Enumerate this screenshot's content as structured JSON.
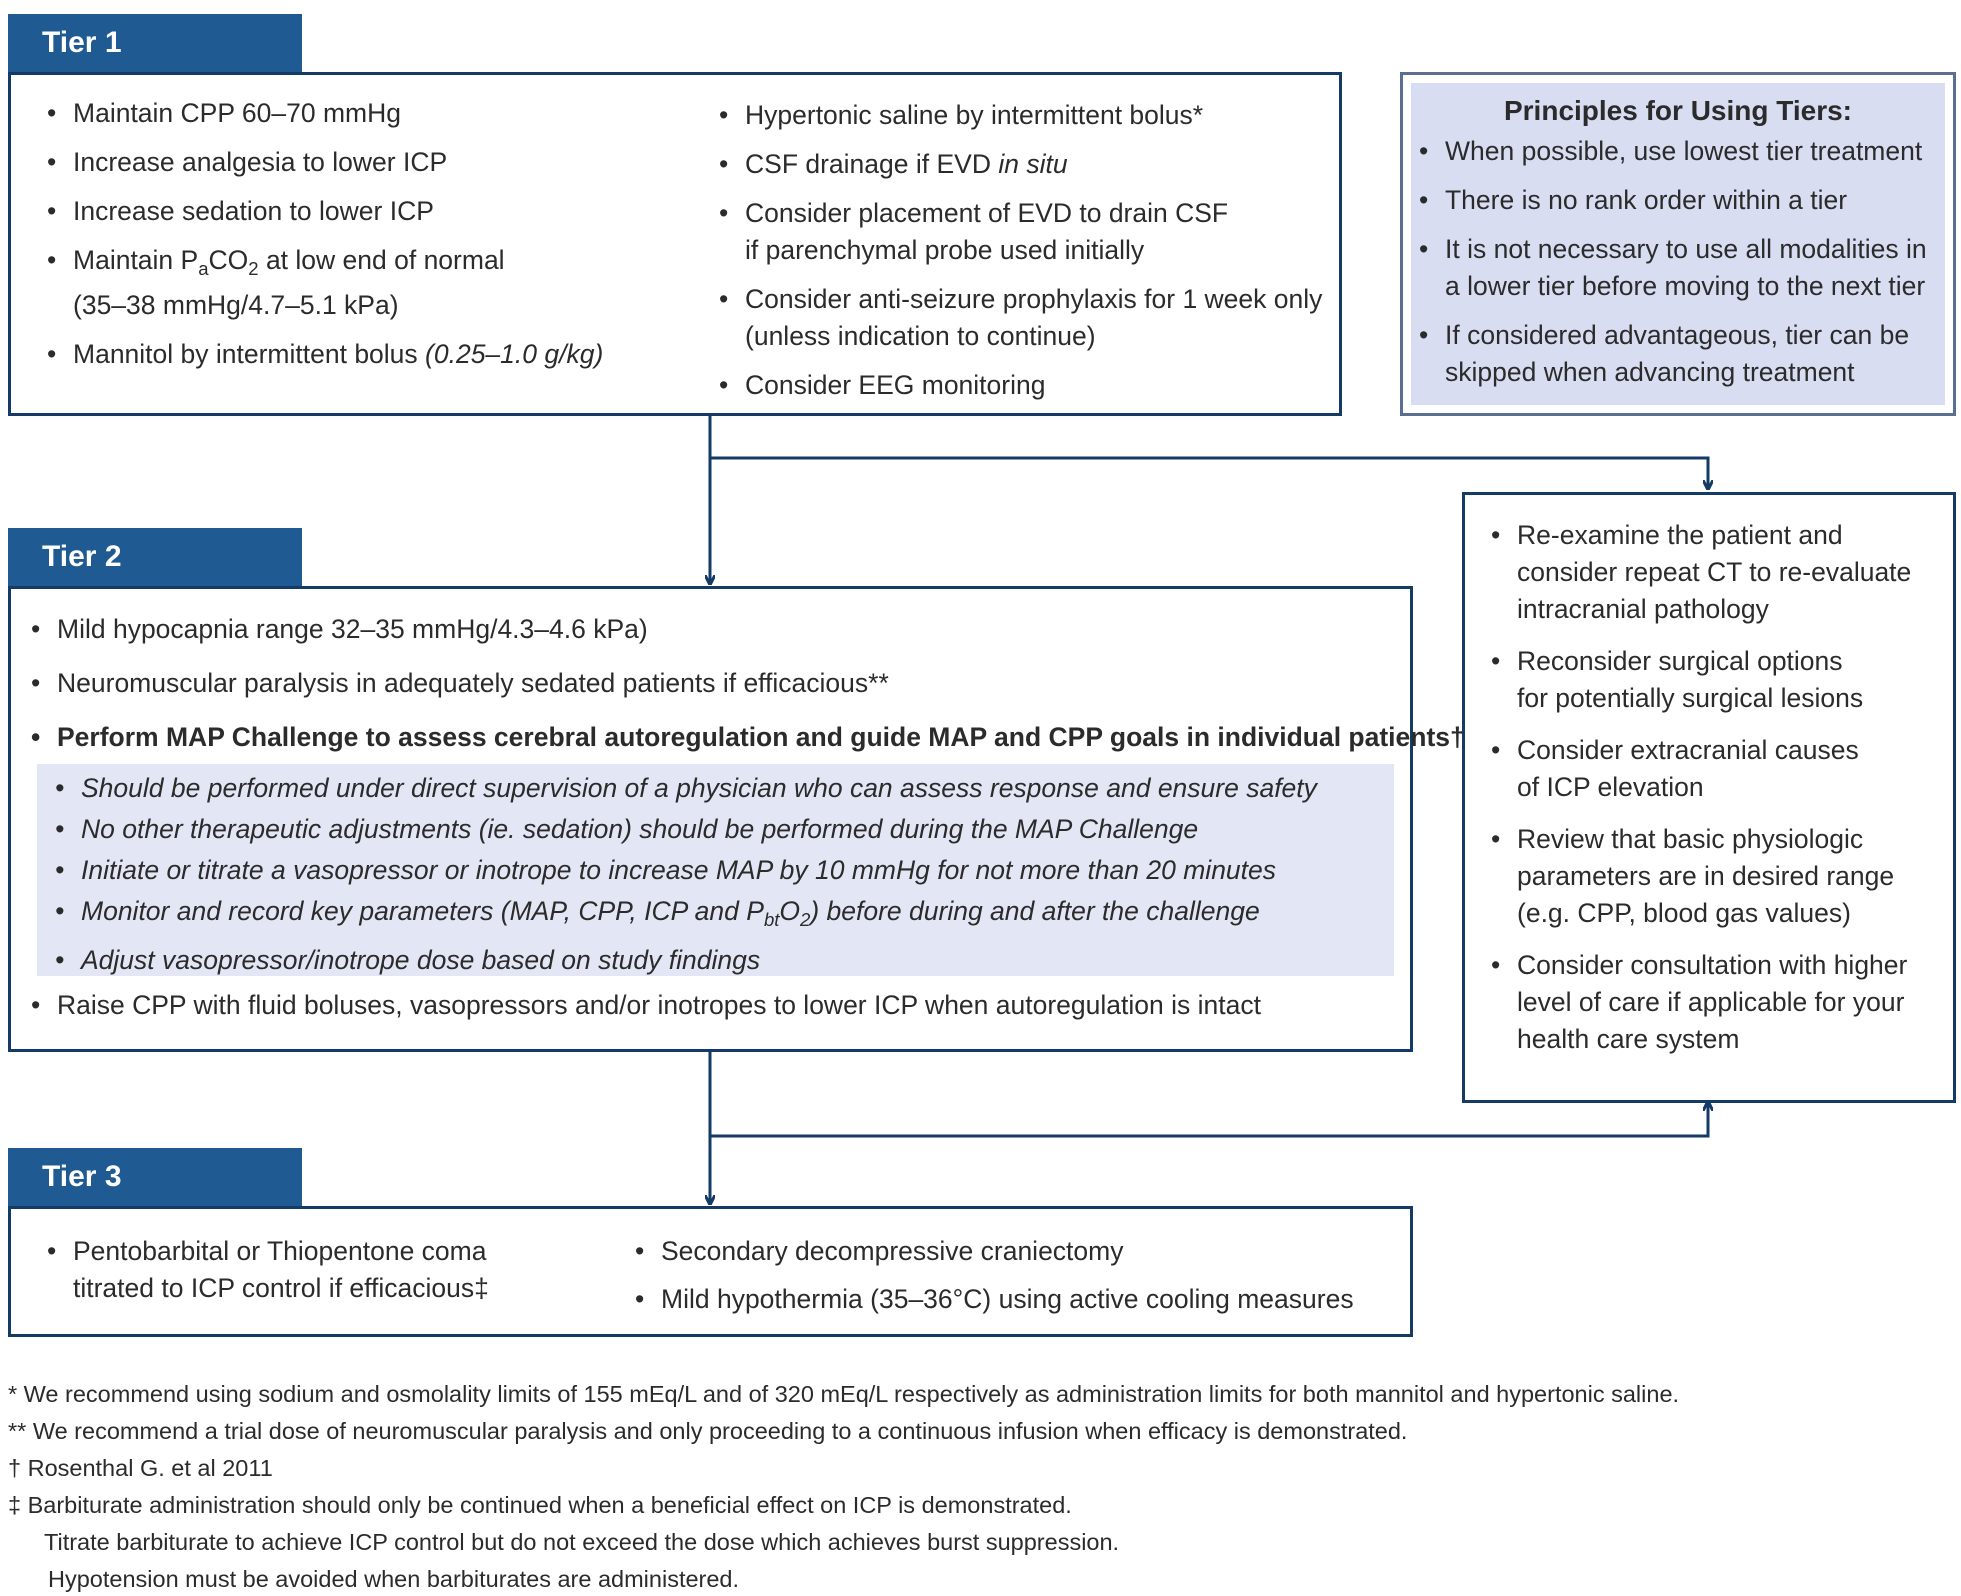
{
  "colors": {
    "tab_bg": "#1f5a93",
    "border": "#143a66",
    "principles_bg": "#d9ddf2",
    "map_shade": "#e3e7f5",
    "arrow": "#143a66"
  },
  "tier1": {
    "title": "Tier 1",
    "left": [
      "Maintain CPP 60–70 mmHg",
      "Increase analgesia to lower ICP",
      "Increase sedation to lower ICP",
      {
        "pre": "Maintain P",
        "sub1": "a",
        "mid": "CO",
        "sub2": "2",
        "post": " at low end of normal",
        "line2": "(35–38 mmHg/4.7–5.1 kPa)"
      },
      {
        "text": "Mannitol by intermittent bolus ",
        "italic": "(0.25–1.0 g/kg)"
      }
    ],
    "right": [
      "Hypertonic saline by intermittent bolus*",
      {
        "text": "CSF drainage if EVD ",
        "italic": "in situ"
      },
      {
        "line1": "Consider placement of EVD to drain CSF",
        "line2": "if parenchymal probe used initially"
      },
      {
        "line1": "Consider anti-seizure prophylaxis for 1 week only",
        "line2": "(unless indication to continue)"
      },
      "Consider EEG monitoring"
    ]
  },
  "principles": {
    "title": "Principles for Using Tiers:",
    "items": [
      "When possible, use lowest tier treatment",
      "There is no rank order within a tier",
      {
        "line1": "It is not necessary to use all modalities in",
        "line2": "a lower tier before moving to the next tier"
      },
      {
        "line1": "If considered advantageous, tier can be",
        "line2": "skipped when advancing treatment"
      }
    ]
  },
  "tier2": {
    "title": "Tier 2",
    "items": [
      "Mild hypocapnia  range 32–35 mmHg/4.3–4.6 kPa)",
      "Neuromuscular paralysis in adequately sedated patients if efficacious**",
      "Perform MAP Challenge to assess cerebral autoregulation and guide MAP and CPP goals in individual patients†"
    ],
    "map_items": [
      "Should be performed under direct supervision of a physician who can assess response and ensure safety",
      "No other therapeutic adjustments (ie. sedation) should be performed during the MAP Challenge",
      "Initiate or titrate a vasopressor or inotrope to increase MAP by 10 mmHg for not more than 20 minutes",
      {
        "pre": "Monitor and record key parameters (MAP, CPP, ICP and P",
        "sub1": "bt",
        "mid": "O",
        "sub2": "2",
        "post": ") before during and after the challenge"
      },
      "Adjust vasopressor/inotrope dose based on study findings"
    ],
    "last": "Raise CPP with fluid boluses, vasopressors and/or inotropes to lower ICP when autoregulation is intact"
  },
  "side": {
    "items": [
      {
        "lines": [
          "Re-examine the patient and",
          "consider repeat CT to re-evaluate",
          "intracranial pathology"
        ]
      },
      {
        "lines": [
          "Reconsider surgical options",
          "for potentially surgical lesions"
        ]
      },
      {
        "lines": [
          "Consider extracranial causes",
          "of ICP elevation"
        ]
      },
      {
        "lines": [
          "Review that basic physiologic",
          "parameters are in desired range",
          "(e.g. CPP, blood gas values)"
        ]
      },
      {
        "lines": [
          "Consider consultation with higher",
          "level of care if applicable for your",
          "health care system"
        ]
      }
    ]
  },
  "tier3": {
    "title": "Tier 3",
    "left": {
      "line1": "Pentobarbital or Thiopentone coma",
      "line2": "titrated to ICP control if efficacious‡"
    },
    "right": [
      "Secondary decompressive craniectomy",
      "Mild hypothermia (35–36°C) using active cooling measures"
    ]
  },
  "footnotes": [
    "* We recommend using sodium and osmolality limits of 155 mEq/L and of 320 mEq/L respectively as administration limits for both mannitol and hypertonic saline.",
    "** We recommend a trial dose of neuromuscular paralysis and only proceeding to a continuous infusion when efficacy is demonstrated.",
    "† Rosenthal G. et al 2011",
    "‡ Barbiturate administration should only be continued when a beneficial effect on ICP is demonstrated.",
    "Titrate barbiturate to achieve ICP control but do not exceed the dose which achieves burst suppression.",
    "Hypotension must be avoided when barbiturates are administered."
  ]
}
